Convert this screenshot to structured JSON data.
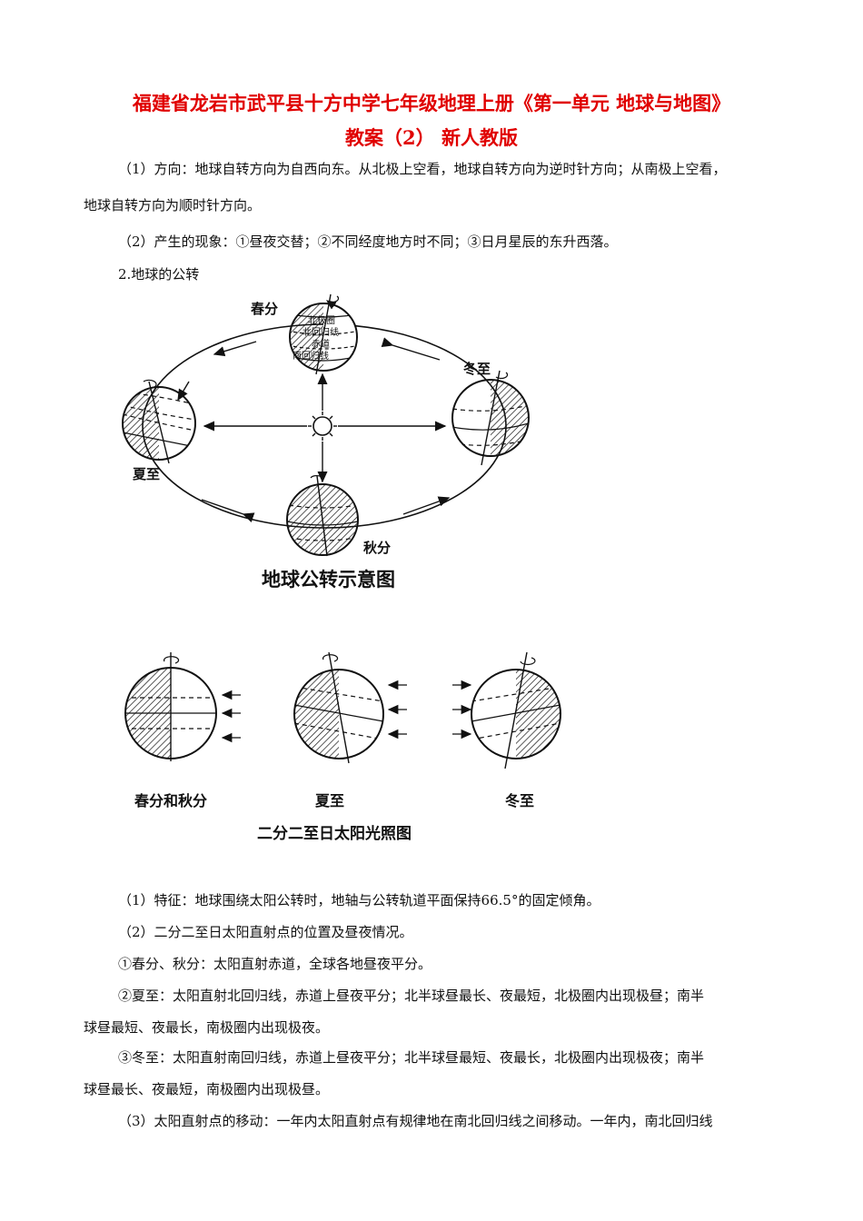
{
  "document": {
    "title_line1": "福建省龙岩市武平县十方中学七年级地理上册《第一单元 地球与地图》",
    "title_line2": "教案（2）  新人教版",
    "paragraphs_top": [
      "（1）方向：地球自转方向为自西向东。从北极上空看，地球自转方向为逆时针方向；从南极上空看，",
      "地球自转方向为顺时针方向。",
      "（2）产生的现象：①昼夜交替；②不同经度地方时不同；③日月星辰的东升西落。",
      "2.地球的公转"
    ],
    "paragraphs_bottom": [
      "（1）特征：地球围绕太阳公转时，地轴与公转轨道平面保持66.5°的固定倾角。",
      "（2）二分二至日太阳直射点的位置及昼夜情况。",
      "①春分、秋分：太阳直射赤道，全球各地昼夜平分。",
      "②夏至：太阳直射北回归线，赤道上昼夜平分；北半球昼最长、夜最短，北极圈内出现极昼；南半",
      "球昼最短、夜最长，南极圈内出现极夜。",
      "③冬至：太阳直射南回归线，赤道上昼夜平分；北半球昼最短、夜最长，北极圈内出现极夜；南半",
      "球昼最长、夜最短，南极圈内出现极昼。",
      "（3）太阳直射点的移动：一年内太阳直射点有规律地在南北回归线之间移动。一年内，南北回归线"
    ]
  },
  "figure1": {
    "caption": "地球公转示意图",
    "season_labels": {
      "spring": "春分",
      "winter": "冬至",
      "summer": "夏至",
      "autumn": "秋分"
    },
    "globe_labels": [
      "北极圈",
      "北回归线",
      "赤道",
      "南回归线"
    ]
  },
  "figure2": {
    "caption": "二分二至日太阳光照图",
    "labels": [
      "春分和秋分",
      "夏至",
      "冬至"
    ]
  }
}
